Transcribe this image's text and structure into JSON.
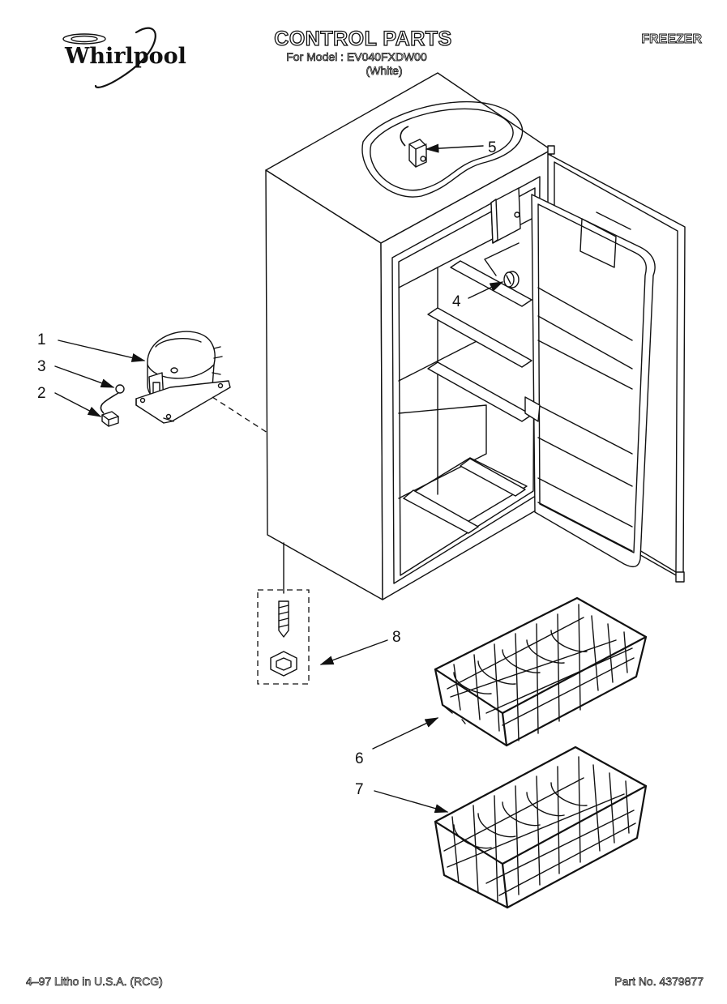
{
  "brand": {
    "name": "Whirlpool"
  },
  "header": {
    "title": "CONTROL PARTS",
    "model_line": "For Model : EV040FXDW00",
    "color_line": "(White)",
    "section": "FREEZER"
  },
  "callouts": [
    "1",
    "2",
    "3",
    "4",
    "5",
    "6",
    "7",
    "8"
  ],
  "footer": {
    "print_info": "4–97 Litho in U.S.A. (RCG)",
    "part_number": "Part No. 4379877"
  }
}
